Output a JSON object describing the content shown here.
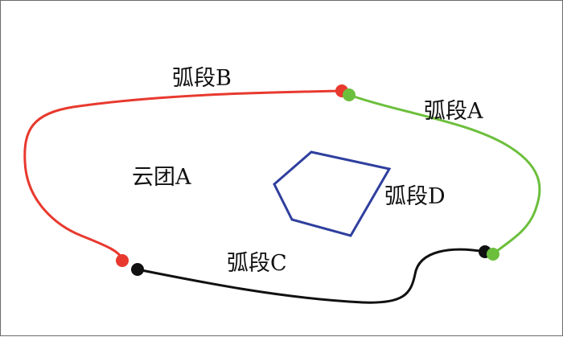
{
  "labels": {
    "arc_b": "弧段B",
    "arc_a": "弧段A",
    "cloud_a": "云团A",
    "arc_d": "弧段D",
    "arc_c": "弧段C"
  },
  "colors": {
    "arc_b": "#e8392e",
    "arc_a": "#6cbf3c",
    "arc_c": "#111111",
    "arc_d": "#2f3f9e",
    "endpoint_red": "#e8392e",
    "endpoint_green": "#6cbf3c",
    "endpoint_black": "#111111"
  }
}
